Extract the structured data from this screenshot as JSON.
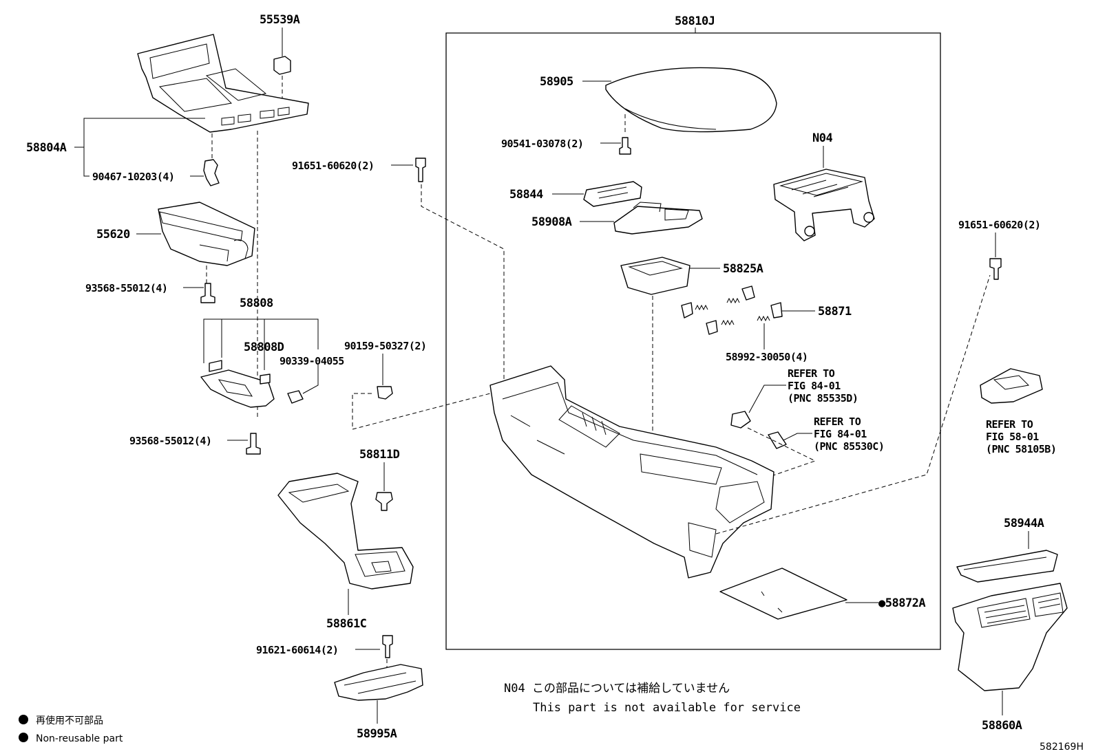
{
  "labels": {
    "p55539A": "55539A",
    "p58804A": "58804A",
    "p90467": "90467-10203(4)",
    "p55620": "55620",
    "p93568a": "93568-55012(4)",
    "p58808": "58808",
    "p58808D": "58808D",
    "p90339": "90339-04055",
    "p93568b": "93568-55012(4)",
    "p58811D": "58811D",
    "p58861C": "58861C",
    "p91621": "91621-60614(2)",
    "p58995A": "58995A",
    "p91651a": "91651-60620(2)",
    "p90159": "90159-50327(2)",
    "p58810J": "58810J",
    "p58905": "58905",
    "p90541": "90541-03078(2)",
    "pN04": "N04",
    "p58844": "58844",
    "p58908A": "58908A",
    "p58825A": "58825A",
    "p58871": "58871",
    "p58992": "58992-30050(4)",
    "p58872A": "●58872A",
    "p91651b": "91651-60620(2)",
    "p58944A": "58944A",
    "p58860A": "58860A"
  },
  "references": {
    "ref1": [
      "REFER TO",
      "FIG 84-01",
      "(PNC 85535D)"
    ],
    "ref2": [
      "REFER TO",
      "FIG 84-01",
      "(PNC 85530C)"
    ],
    "ref3": [
      "REFER TO",
      "FIG 58-01",
      "(PNC 58105B)"
    ]
  },
  "notes": {
    "n04_jp": "N04 この部品については補給していません",
    "n04_en": "This part is not available for service"
  },
  "legend": {
    "jp": "再使用不可部品",
    "en": "Non-reusable part"
  },
  "figure_code": "582169H"
}
